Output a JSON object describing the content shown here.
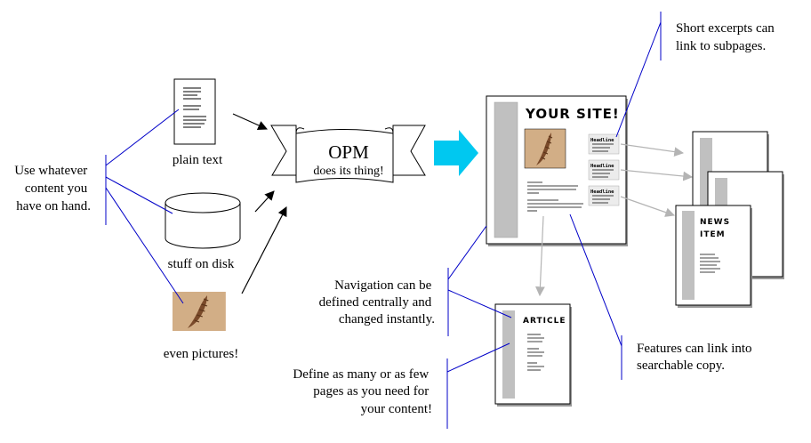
{
  "labels": {
    "content": [
      "Use whatever",
      "content you",
      "have on hand."
    ],
    "plain_text": "plain text",
    "stuff_on_disk": "stuff on disk",
    "even_pictures": "even pictures!",
    "opm_title": "OPM",
    "opm_sub": "does its thing!",
    "excerpts": [
      "Short excerpts can",
      "link to subpages."
    ],
    "navigation": [
      "Navigation can be",
      "defined centrally and",
      "changed instantly."
    ],
    "define": [
      "Define as many or as few",
      "pages as you need for",
      "your content!"
    ],
    "features": [
      "Features can link into",
      "searchable copy."
    ]
  },
  "site": {
    "title": "YOUR SITE!",
    "feature_headline": "Headline",
    "news_title": [
      "NEWS",
      "ITEM"
    ],
    "article_title": "ARTICLE"
  },
  "colors": {
    "callout_line": "#0000c8",
    "big_arrow": "#00c8f0",
    "gray_arrow": "#b4b4b4",
    "sidebar_gray": "#c0c0c0",
    "photo_tan": "#d8b48c"
  }
}
